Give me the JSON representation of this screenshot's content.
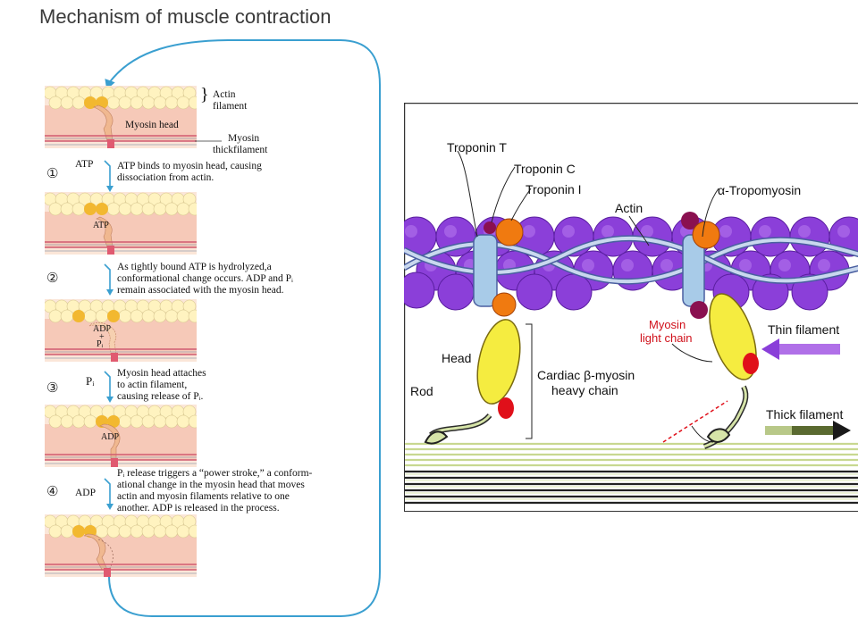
{
  "title": "Mechanism of muscle contraction",
  "left": {
    "top_labels": {
      "actin": "Actin",
      "filament": "filament",
      "myosin_head": "Myosin head",
      "myosin": "Myosin",
      "thick": "thickfilament"
    },
    "steps": [
      {
        "num": "①",
        "side": "ATP",
        "lines": [
          "ATP binds to myosin head, causing",
          "dissociation from actin."
        ],
        "panel_label": "ATP"
      },
      {
        "num": "②",
        "side": "",
        "lines": [
          "As tightly bound ATP is hydrolyzed,a",
          "conformational change occurs. ADP and Pᵢ",
          "remain associated with the myosin head."
        ],
        "panel_label": "ADP + Pᵢ"
      },
      {
        "num": "③",
        "side": "Pᵢ",
        "lines": [
          "Myosin head attaches",
          "to actin filament,",
          "causing release of Pᵢ."
        ],
        "panel_label": "ADP"
      },
      {
        "num": "④",
        "side": "ADP",
        "lines": [
          "Pᵢ release triggers a “power stroke,” a conform-",
          "ational change in the myosin head that moves",
          "actin and myosin filaments relative to one",
          "another. ADP is released in the process."
        ],
        "panel_label": ""
      }
    ],
    "panel2_adp": "ADP",
    "panel2_plus": "+",
    "panel2_pi": "Pᵢ"
  },
  "right": {
    "troponin_t": "Troponin T",
    "troponin_c": "Troponin C",
    "troponin_i": "Troponin I",
    "actin": "Actin",
    "tropomyosin": "α-Tropomyosin",
    "myosin_light_chain_1": "Myosin",
    "myosin_light_chain_2": "light chain",
    "thin_filament": "Thin filament",
    "head": "Head",
    "rod": "Rod",
    "cardiac_1": "Cardiac β-myosin",
    "cardiac_2": "heavy chain",
    "thick_filament": "Thick filament"
  },
  "colors": {
    "cycle_arrow": "#3a9fd0",
    "actin_purple": "#7a2fd0",
    "troponin_orange": "#f07a10",
    "myosin_yellow": "#f5ec40",
    "light_chain_red": "#e0101a",
    "thick_green": "#c8d890"
  }
}
